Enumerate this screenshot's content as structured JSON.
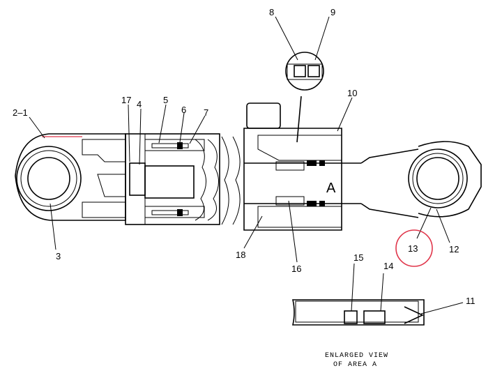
{
  "callouts": {
    "c8": "8",
    "c9": "9",
    "c10": "10",
    "c2_1": "2–1",
    "c17": "17",
    "c4": "4",
    "c5": "5",
    "c6": "6",
    "c7": "7",
    "c3": "3",
    "c18": "18",
    "c16": "16",
    "c13": "13",
    "c12": "12",
    "c15": "15",
    "c14": "14",
    "c11": "11"
  },
  "rod_marker": "A",
  "caption": {
    "line1": "ENLARGED VIEW",
    "line2": "OF AREA A"
  },
  "highlight": {
    "color": "#e0354a",
    "target": "13"
  },
  "accent_red": "#e0354a"
}
